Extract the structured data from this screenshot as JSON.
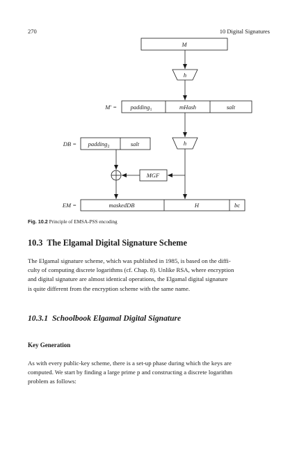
{
  "page": {
    "page_number": "270",
    "chapter_header": "10  Digital Signatures"
  },
  "figure": {
    "nodes": {
      "M": "M",
      "h_top": "h",
      "h_mid": "h",
      "Mprime_label": "M′ =",
      "padding1": "padding",
      "padding1_sub": "1",
      "mHash": "mHash",
      "salt1": "salt",
      "DB_label": "DB =",
      "padding2": "padding",
      "padding2_sub": "2",
      "salt2": "salt",
      "MGF": "MGF",
      "EM_label": "EM =",
      "maskedDB": "maskedDB",
      "H": "H",
      "bc": "bc"
    },
    "caption_label": "Fig. 10.2",
    "caption_text": "Principle of EMSA-PSS encoding"
  },
  "section": {
    "number": "10.3",
    "title": "The Elgamal Digital Signature Scheme",
    "para1": [
      "The Elgamal signature scheme, which was published in 1985, is based on the diffi-",
      "culty of computing discrete logarithms (cf. Chap. 8). Unlike RSA, where encryption",
      "and digital signature are almost identical operations, the Elgamal digital signature",
      "is quite different from the encryption scheme with the same name."
    ]
  },
  "subsection": {
    "number": "10.3.1",
    "title": "Schoolbook Elgamal Digital Signature"
  },
  "keygen": {
    "heading": "Key Generation",
    "para": [
      "As with every public-key scheme, there is a set-up phase during which the keys are",
      "computed. We start by finding a large prime p and constructing a discrete logarithm",
      "problem as follows:"
    ]
  }
}
